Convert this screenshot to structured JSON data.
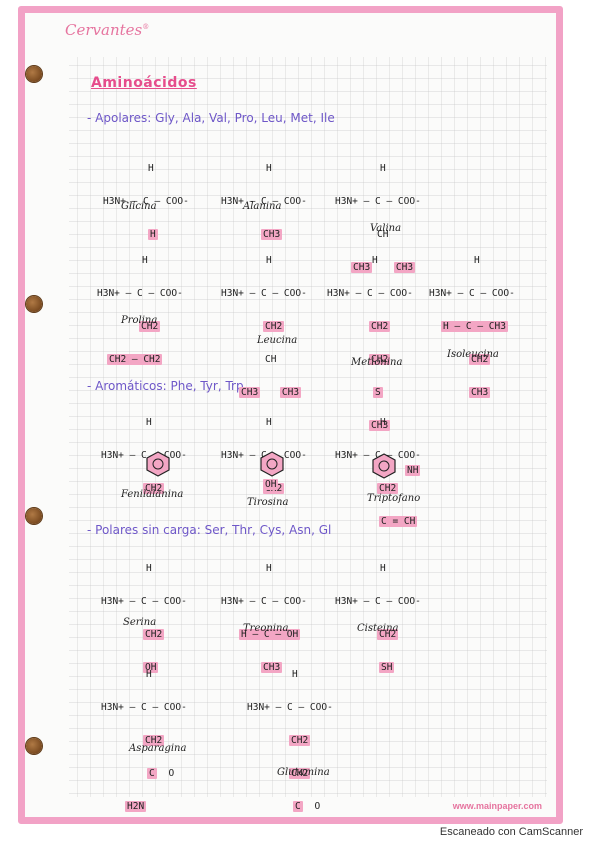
{
  "brand": "Cervantes",
  "footer_url": "www.mainpaper.com",
  "scanner": "Escaneado con CamScanner",
  "title": "Aminoácidos",
  "sections": {
    "apolares": "- Apolares: Gly, Ala, Val, Pro, Leu, Met, Ile",
    "aromaticos": "- Aromáticos: Phe, Tyr, Trp",
    "polares": "- Polares sin carga: Ser, Thr, Cys, Asn, Gl"
  },
  "names": {
    "glicina": "Glicina",
    "alanina": "Alanina",
    "valina": "Valina",
    "prolina": "Prolina",
    "leucina": "Leucina",
    "metionina": "Metionina",
    "isoleucina": "Isoleucina",
    "fenilalanina": "Fenilalanina",
    "tirosina": "Tirosina",
    "triptofano": "Triptofano",
    "serina": "Serina",
    "treonina": "Treonina",
    "cisteina": "Cisteina",
    "asparagina": "Asparagina",
    "glutamina": "Glutamina"
  },
  "chem": {
    "h": "H",
    "backbone": "H3N+ – C – COO-",
    "ch2": "CH2",
    "ch3": "CH3",
    "ch": "CH",
    "oh": "OH",
    "sh": "SH",
    "s": "S",
    "nh": "NH",
    "h2n": "H2N",
    "o": "O",
    "c": "C",
    "ch_eq_ch": "C = CH",
    "ch2_ch2": "CH2 – CH2",
    "h_c_oh": "H – C – OH",
    "h_c_ch3": "H – C – CH3"
  },
  "colors": {
    "border": "#f2a2c6",
    "highlight": "#f3a6c4",
    "title": "#e64d8c",
    "heading": "#6e57c8"
  }
}
